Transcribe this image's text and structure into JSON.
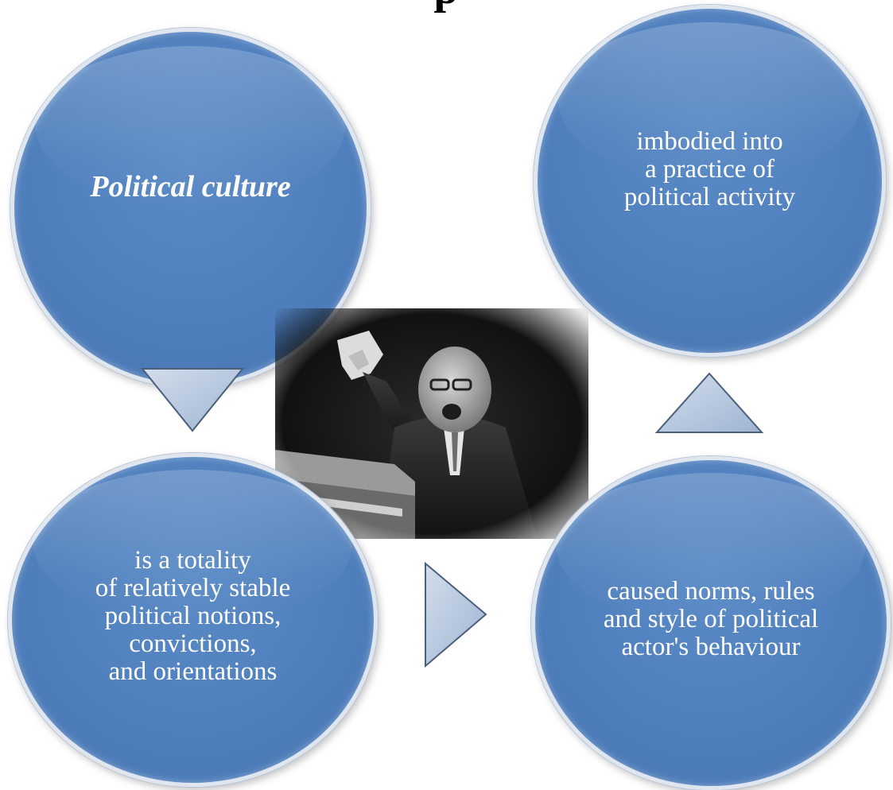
{
  "title_fragment": "p",
  "nodes": {
    "top_left": {
      "label": "Political culture"
    },
    "top_right": {
      "label": "imbodied into\na practice of\npolitical activity"
    },
    "bottom_left": {
      "label": "is a totality\nof relatively stable\npolitical  notions,\nconvictions,\nand orientations"
    },
    "bottom_right": {
      "label": "caused norms, rules\nand style of political\nactor's behaviour"
    }
  },
  "arrows": [
    "down",
    "right",
    "up"
  ],
  "colors": {
    "circle_fill": "#4f7fbd",
    "circle_border": "#dfe6ef",
    "arrow_fill": "#b8c9e0",
    "arrow_stroke": "#4a5f7a"
  },
  "photo": {
    "description_icon": "photo-icon"
  }
}
